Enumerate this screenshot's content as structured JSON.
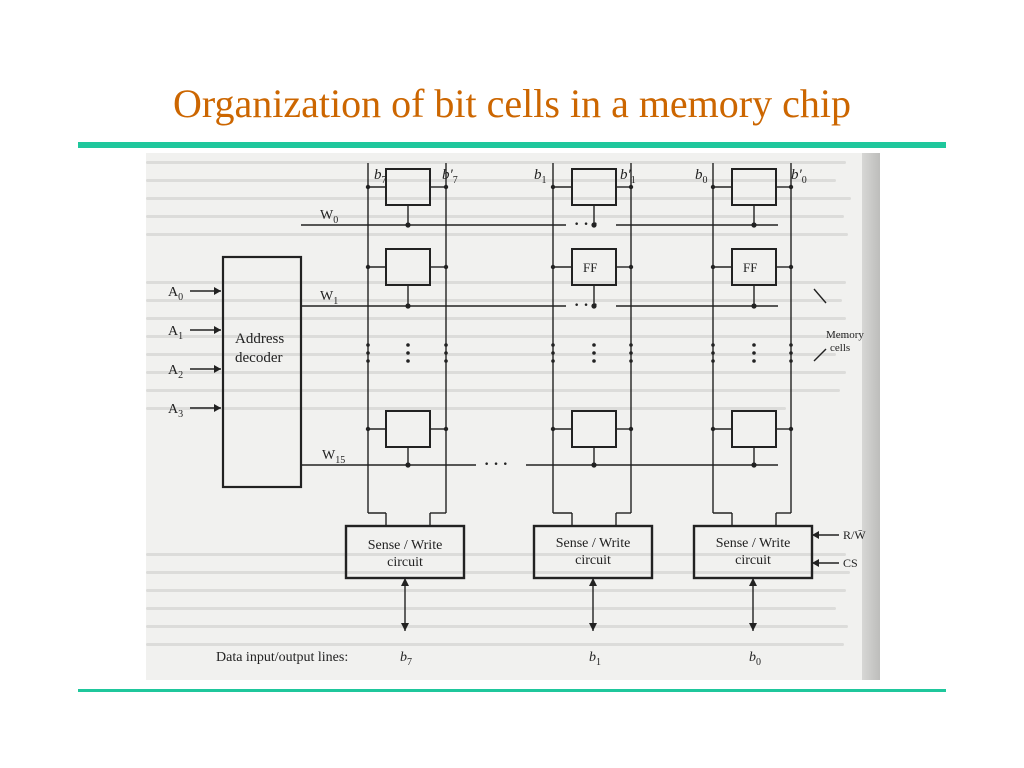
{
  "title": "Organization of bit cells in a memory chip",
  "diagram": {
    "bit_labels": [
      "b",
      "b′",
      "b",
      "b′",
      "b",
      "b′"
    ],
    "bit_subscripts": [
      "7",
      "7",
      "1",
      "1",
      "0",
      "0"
    ],
    "word_line_labels": [
      "W",
      "W",
      "W"
    ],
    "word_line_subscripts": [
      "0",
      "1",
      "15"
    ],
    "address_inputs": [
      "A",
      "A",
      "A",
      "A"
    ],
    "address_subscripts": [
      "0",
      "1",
      "2",
      "3"
    ],
    "decoder_label_line1": "Address",
    "decoder_label_line2": "decoder",
    "ff_label": "FF",
    "ellipsis_h": "· · ·",
    "sense_write_line1": "Sense / Write",
    "sense_write_line2": "circuit",
    "rw_label": "R/W̄",
    "cs_label": "CS",
    "memory_cells_line1": "Memory",
    "memory_cells_line2": "cells",
    "data_lines_label": "Data input/output lines:",
    "data_line_bits": [
      "b",
      "b",
      "b"
    ],
    "data_line_subscripts": [
      "7",
      "1",
      "0"
    ]
  },
  "colors": {
    "title": "#cc6600",
    "rule": "#1fc79c",
    "ink": "#222222",
    "paper": "#f1f1ef"
  }
}
